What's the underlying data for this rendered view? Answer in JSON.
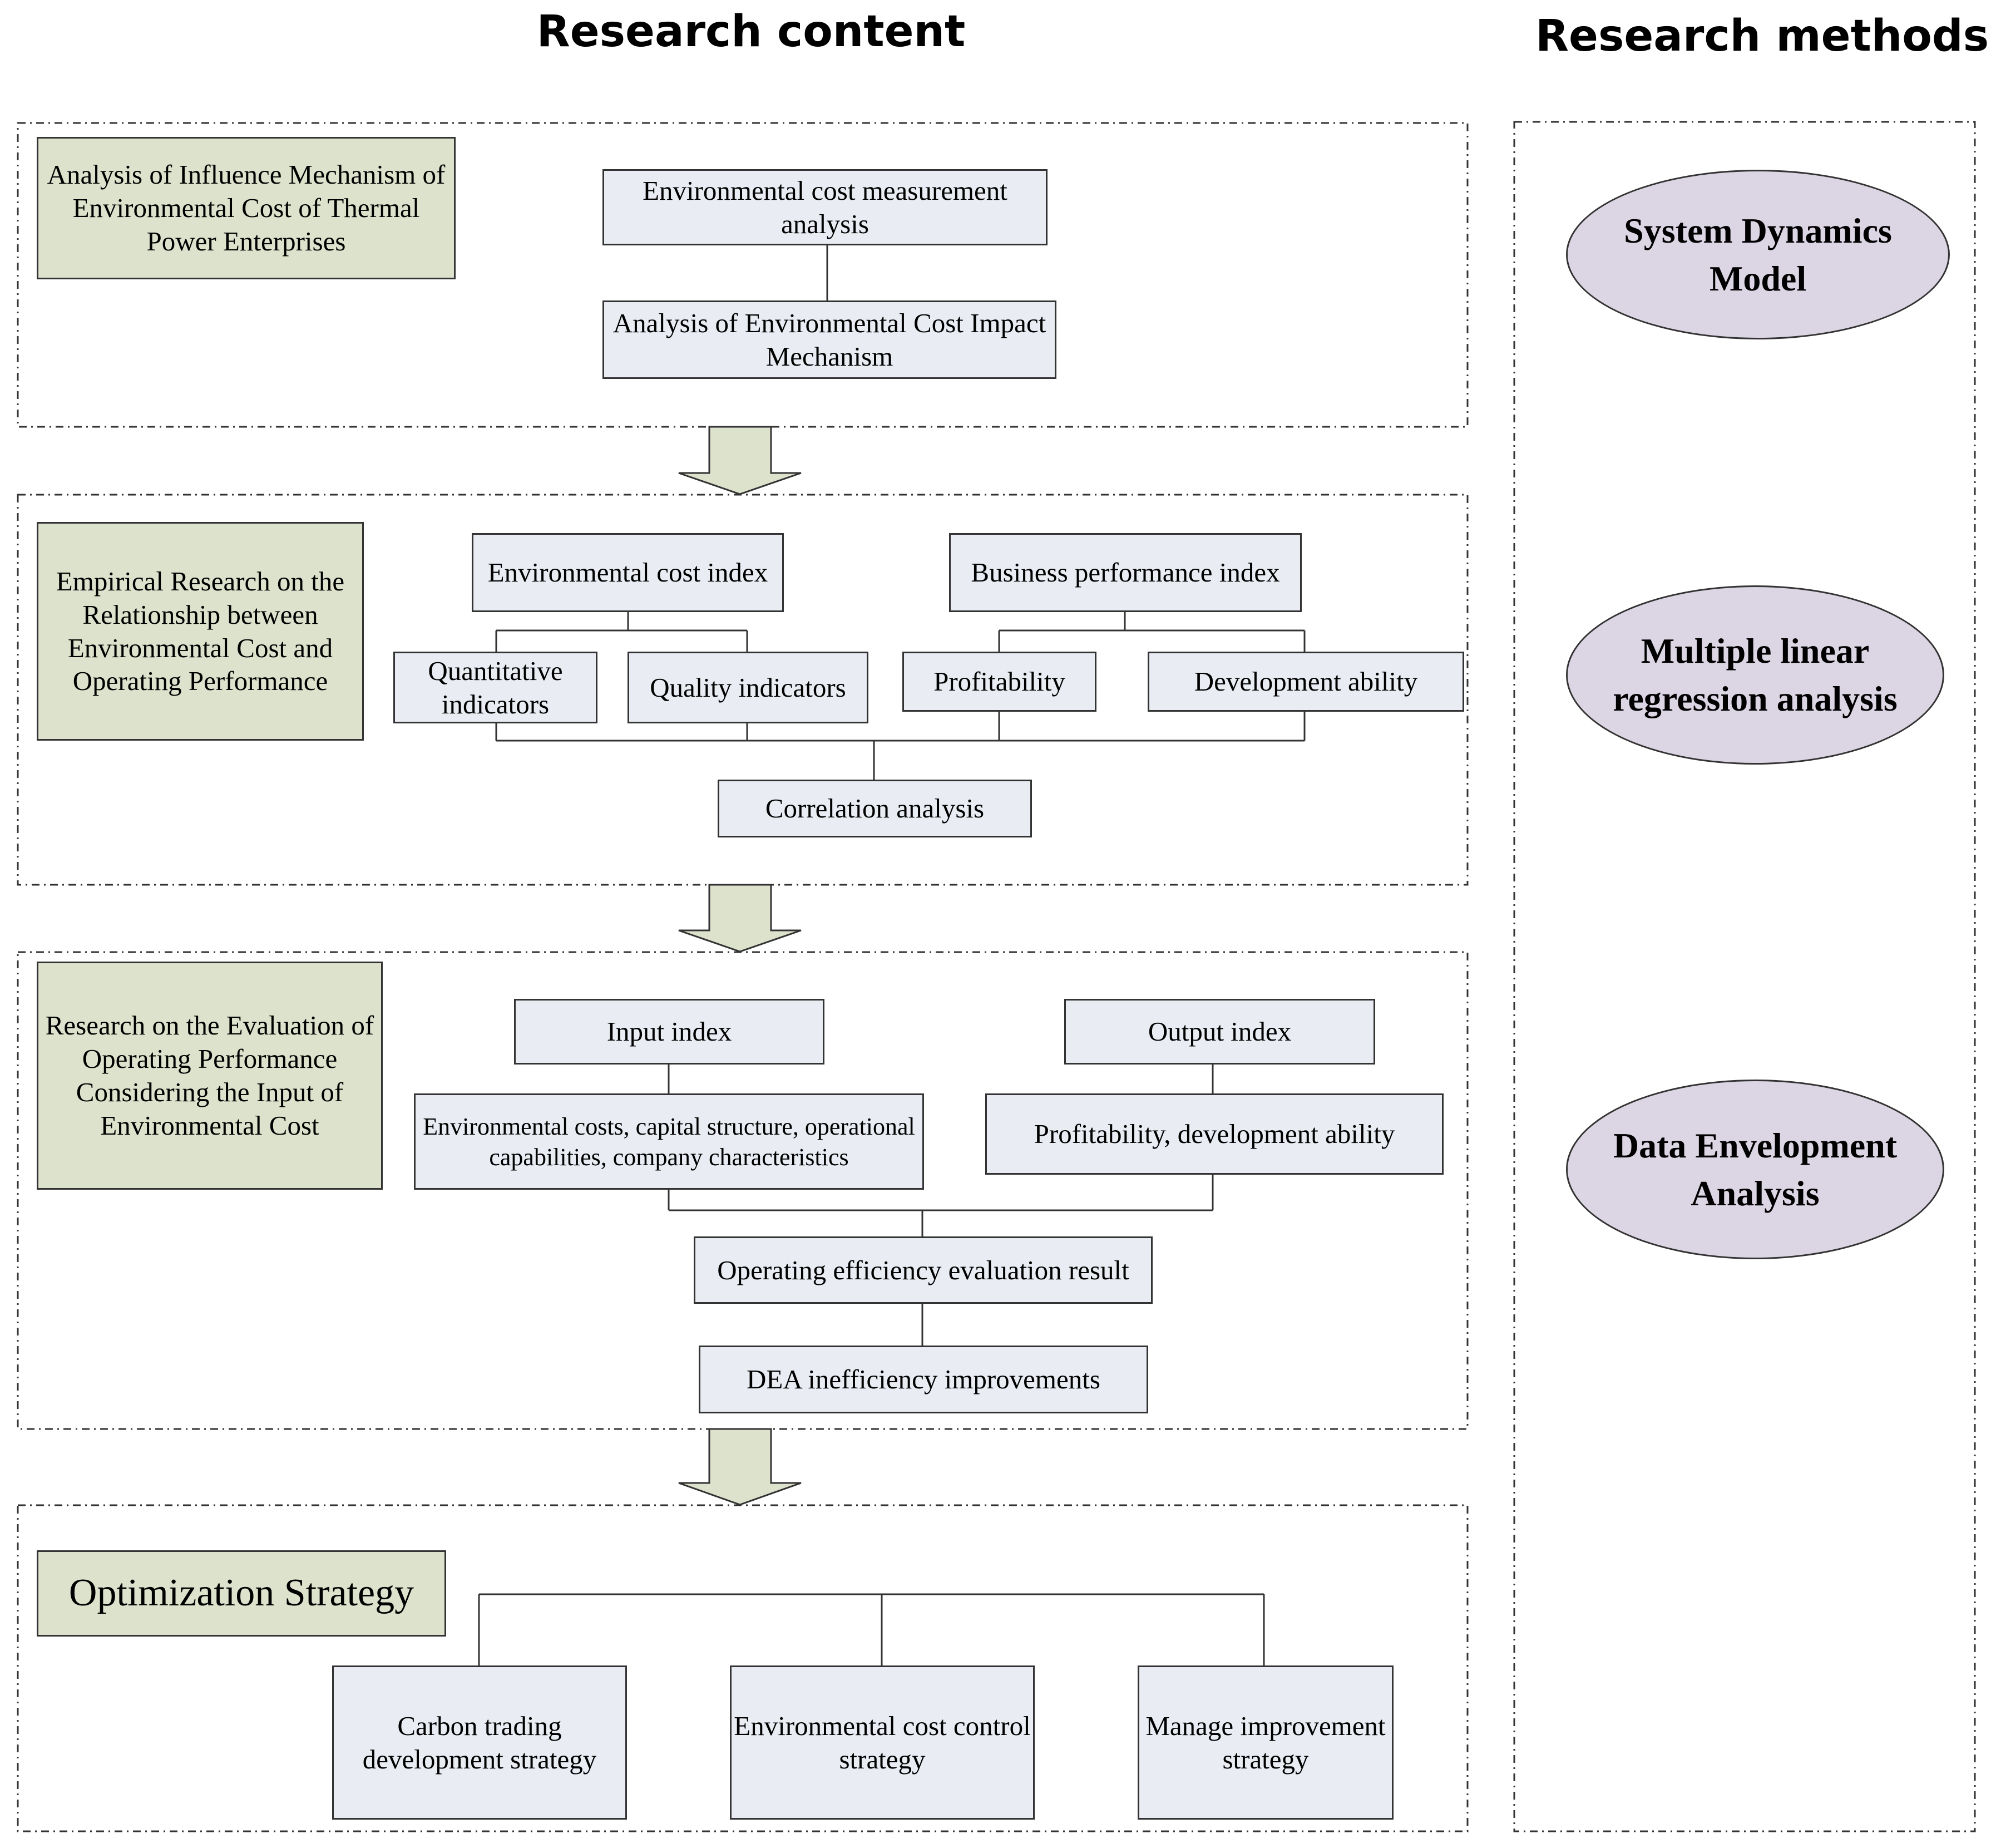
{
  "headers": {
    "research_content": "Research content",
    "research_methods": "Research methods"
  },
  "section1": {
    "title": "Analysis of Influence Mechanism of Environmental Cost of Thermal Power Enterprises",
    "box_measurement": "Environmental cost measurement analysis",
    "box_impact": "Analysis of Environmental Cost Impact Mechanism"
  },
  "section2": {
    "title": "Empirical Research on the Relationship between Environmental Cost and Operating Performance",
    "env_cost_index": "Environmental cost index",
    "business_performance_index": "Business performance index",
    "quantitative": "Quantitative indicators",
    "quality": "Quality indicators",
    "profitability": "Profitability",
    "development": "Development ability",
    "correlation": "Correlation analysis"
  },
  "section3": {
    "title": "Research on the Evaluation of Operating Performance Considering the Input of Environmental Cost",
    "input_index": "Input index",
    "output_index": "Output index",
    "inputs_detail": "Environmental costs, capital structure, operational capabilities, company characteristics",
    "outputs_detail": "Profitability, development ability",
    "efficiency_result": "Operating efficiency evaluation result",
    "dea_improvements": "DEA inefficiency improvements"
  },
  "section4": {
    "title": "Optimization Strategy",
    "carbon": "Carbon trading development strategy",
    "env_control": "Environmental cost control strategy",
    "manage": "Manage improvement strategy"
  },
  "methods": {
    "sd": "System Dynamics Model",
    "mlr": "Multiple linear regression analysis",
    "dea": "Data Envelopment Analysis"
  },
  "colors": {
    "box_fill": "#e9edf3",
    "title_fill": "#dde2cc",
    "method_fill": "#dcd6e4",
    "arrow_fill": "#dde2cc",
    "line": "#333333"
  }
}
